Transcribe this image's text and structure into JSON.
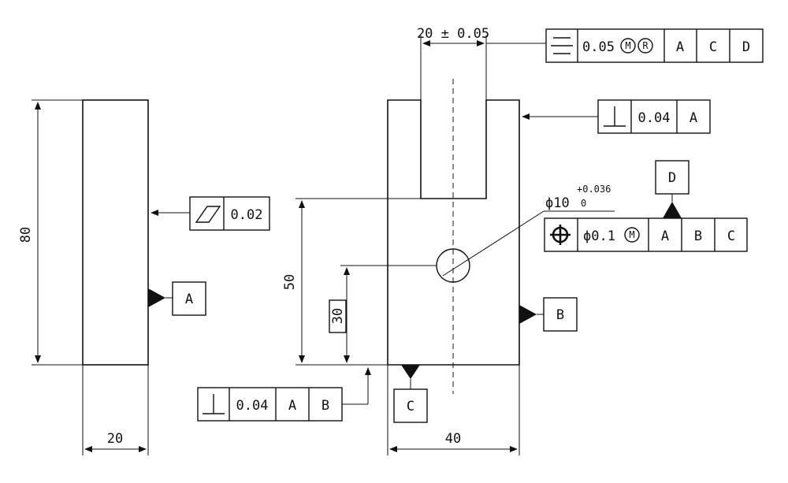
{
  "dimensions": {
    "side_height": "80",
    "side_width": "20",
    "slot_width": "20 ± 0.05",
    "hole_height": "50",
    "body_height": "30",
    "front_width": "40",
    "hole_diameter": "ϕ10",
    "hole_tol_upper": "+0.036",
    "hole_tol_lower": "0"
  },
  "fcf_flatness": {
    "symbol": "flatness-icon",
    "tolerance": "0.02"
  },
  "fcf_symmetry": {
    "symbol": "symmetry-icon",
    "tolerance": "0.05",
    "mod1": "M",
    "mod2": "R",
    "datums": [
      "A",
      "C",
      "D"
    ]
  },
  "fcf_perp_top": {
    "symbol": "perpendicularity-icon",
    "tolerance": "0.04",
    "datums": [
      "A"
    ]
  },
  "fcf_position": {
    "symbol": "position-icon",
    "tolerance": "ϕ0.1",
    "mod": "M",
    "datums": [
      "A",
      "B",
      "C"
    ]
  },
  "fcf_perp_bottom": {
    "symbol": "perpendicularity-icon",
    "tolerance": "0.04",
    "datums": [
      "A",
      "B"
    ]
  },
  "datum_labels": {
    "A": "A",
    "B": "B",
    "C": "C",
    "D": "D"
  }
}
